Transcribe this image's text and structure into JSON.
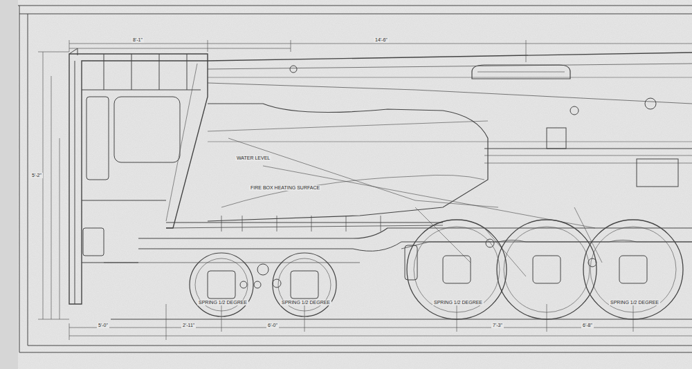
{
  "diagram": {
    "labels": [
      "8'-1\"",
      "14'-6\"",
      "5'-2\"",
      "WATER LEVEL",
      "FIRE BOX HEATING SURFACE",
      "SPRING 1/2 DEGREE",
      "SPRING 1/2 DEGREE",
      "SPRING 1/2 DEGREE",
      "SPRING 1/2 DEGREE",
      "5'-0\"",
      "2'-11\"",
      "6'-0\"",
      "7'-3\"",
      "6'-8\""
    ]
  }
}
